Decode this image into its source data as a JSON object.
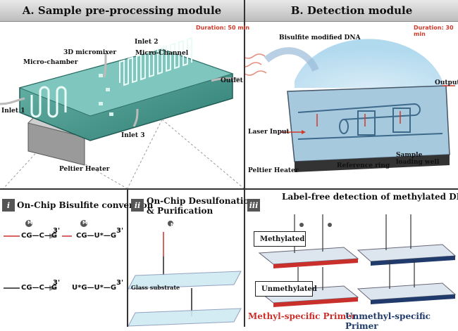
{
  "header_a": "A.  Sample pre-processing module",
  "header_b": "B.  Detection module",
  "duration_a": "Duration: 50 min",
  "duration_b": "Duration: 30 min",
  "module_a_labels": {
    "inlet2": "Inlet 2",
    "micro_channel": "Micro-Channel",
    "micromixer": "3D micromixer",
    "micro_chamber": "Micro-chamber",
    "outlet": "Outlet",
    "inlet1": "Inlet 1",
    "inlet3": "Inlet 3",
    "peltier": "Peltier Heater"
  },
  "module_b_labels": {
    "bisulfite_dna": "Bisulfite modified DNA",
    "output": "Output",
    "laser_input": "Laser Input",
    "peltier": "Peltier Heater",
    "reference_ring": "Reference ring",
    "sample_well": "Sample\nloading well"
  },
  "panel_i": {
    "tag": "i",
    "title": "On-Chip Bisulfite conversion",
    "methyl_mark": "M",
    "row1_left": "CG—C—G",
    "row1_right": "CG—U*—G",
    "row2_left": "CG—C—G",
    "row2_right": "U*G—U*—G",
    "three_prime": "3'"
  },
  "panel_ii": {
    "tag": "ii",
    "title": "On-Chip Desulfonation\n& Purification",
    "glass_substrate": "Glass substrate",
    "methyl_mark": "M"
  },
  "panel_iii": {
    "tag": "iii",
    "title": "Label-free detection of methylated DNA",
    "methylated": "Methylated",
    "unmethylated": "Unmethylated",
    "methyl_primer": "Methyl-specific Primer",
    "unmethyl_primer": "Unmethyl-specific Primer"
  },
  "colors": {
    "accent_red": "#c9302c",
    "accent_navy": "#1f3a6b",
    "chip_teal": "#3a8a80",
    "chip_light": "#7fc7be"
  }
}
